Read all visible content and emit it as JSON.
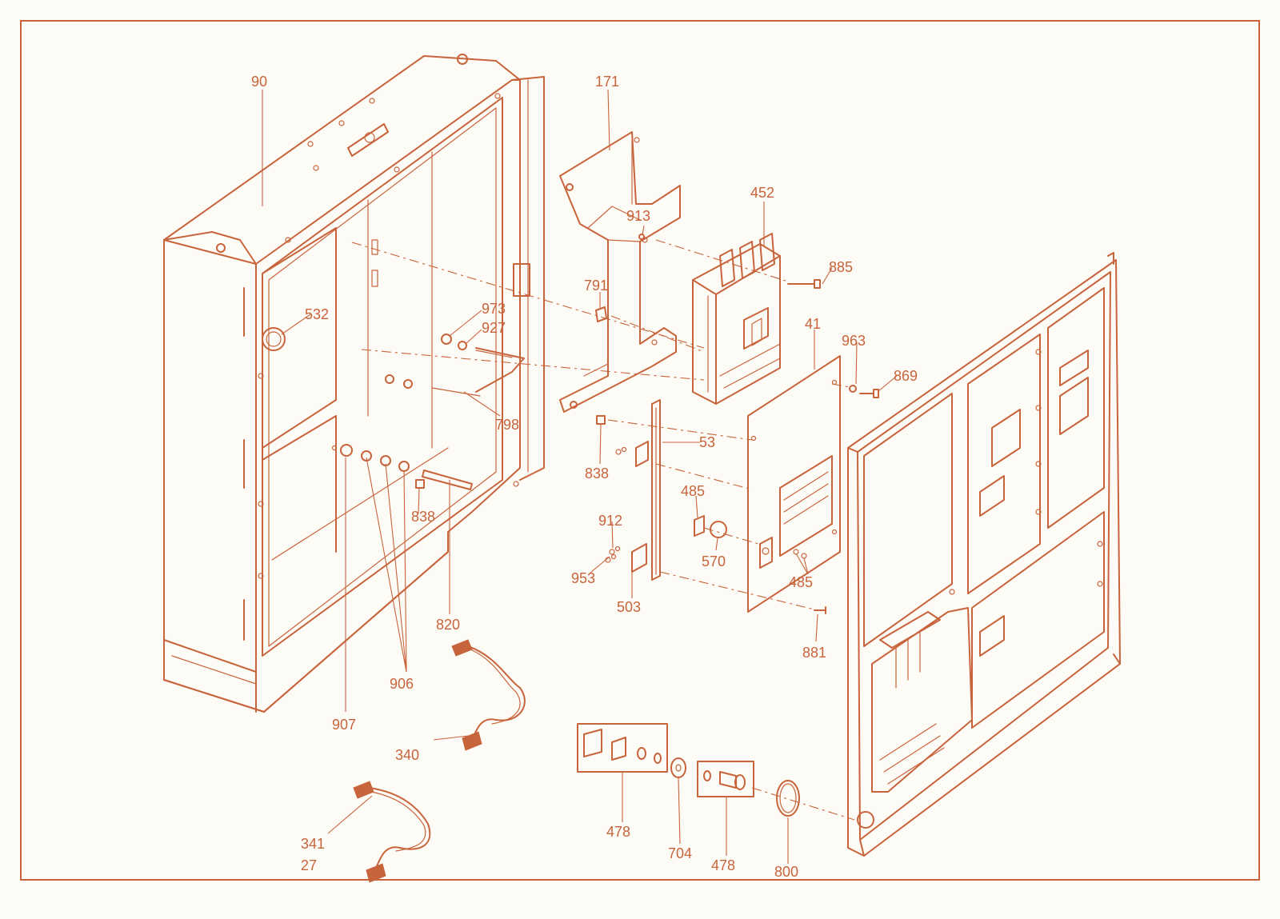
{
  "colors": {
    "line": "#c8643c",
    "background": "#fdfbf6"
  },
  "callouts": {
    "c90": "90",
    "c171": "171",
    "c452": "452",
    "c913": "913",
    "c885": "885",
    "c791": "791",
    "c532": "532",
    "c973": "973",
    "c927": "927",
    "c41": "41",
    "c963": "963",
    "c869": "869",
    "c798": "798",
    "c53": "53",
    "c838a": "838",
    "c838b": "838",
    "c485a": "485",
    "c912": "912",
    "c570": "570",
    "c953": "953",
    "c485b": "485",
    "c503": "503",
    "c881": "881",
    "c820": "820",
    "c906": "906",
    "c907": "907",
    "c340": "340",
    "c478a": "478",
    "c704": "704",
    "c478b": "478",
    "c800": "800",
    "c341": "341",
    "c27": "27"
  }
}
